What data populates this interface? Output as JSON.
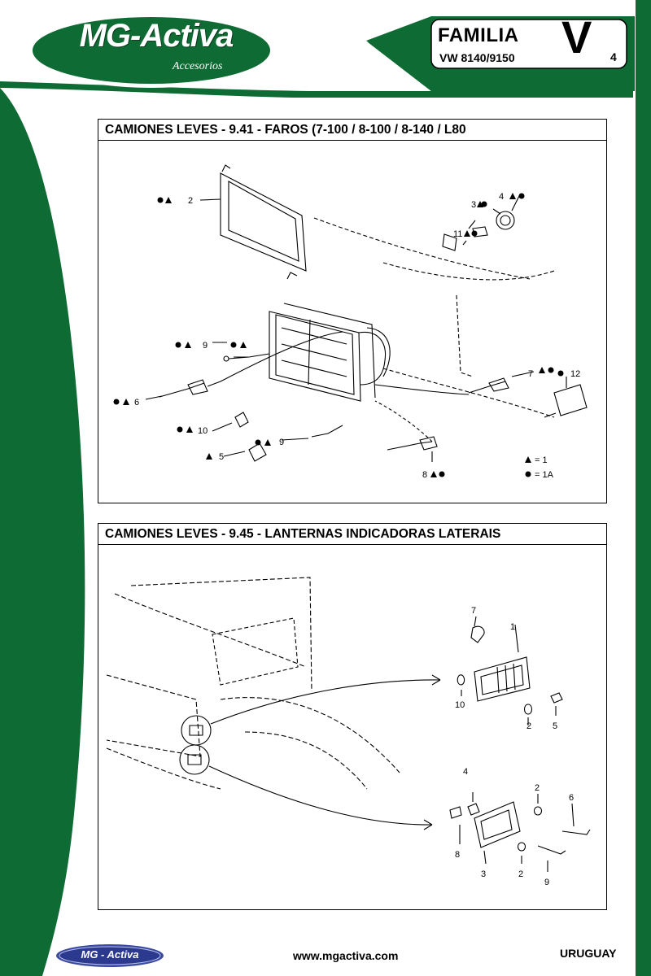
{
  "header": {
    "logo_text": "MG-Activa",
    "logo_subtitle": "Accesorios",
    "family_title": "FAMILIA",
    "family_letter": "V",
    "family_number": "4",
    "model": "VW 8140/9150"
  },
  "panels": [
    {
      "title": "CAMIONES LEVES - 9.41 - FAROS (7-100 / 8-100 / 8-140 / L80",
      "callouts": [
        "2",
        "3",
        "4",
        "11",
        "9",
        "6",
        "7",
        "12",
        "10",
        "9",
        "5",
        "8"
      ],
      "legend": [
        {
          "symbol": "triangle",
          "text": "= 1"
        },
        {
          "symbol": "circle",
          "text": "= 1A"
        }
      ]
    },
    {
      "title": "CAMIONES LEVES - 9.45 - LANTERNAS INDICADORAS LATERAIS",
      "callouts": [
        "7",
        "1",
        "10",
        "2",
        "5",
        "4",
        "2",
        "6",
        "8",
        "3",
        "2",
        "9"
      ]
    }
  ],
  "footer": {
    "logo_text": "MG - Activa",
    "url": "www.mgactiva.com",
    "country": "URUGUAY"
  },
  "colors": {
    "brand_green": "#0f6b34",
    "dark_green": "#0b4d25",
    "footer_badge": "#3b4aa0"
  }
}
